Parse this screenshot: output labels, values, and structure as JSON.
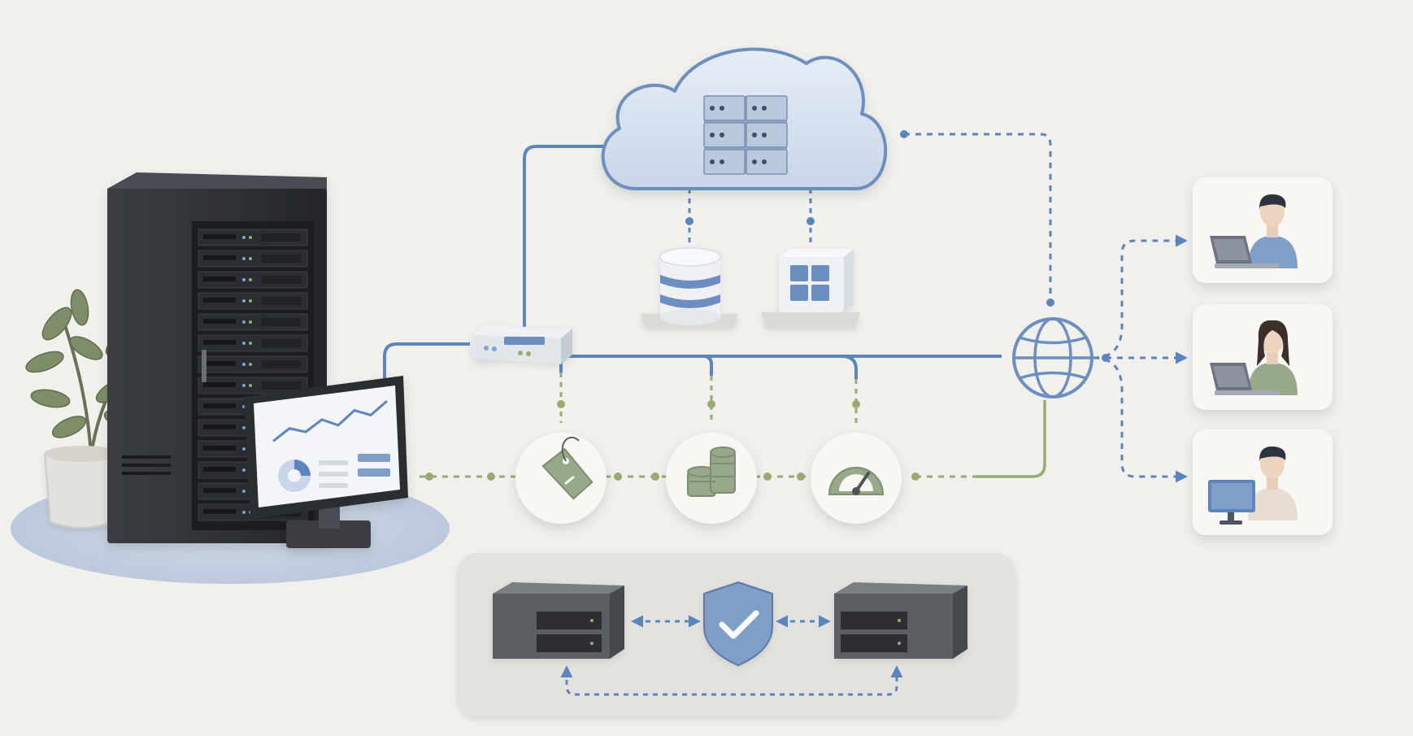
{
  "colors": {
    "background": "#f1f0ed",
    "blue_link": "#5b86bd",
    "green_link": "#98ab70",
    "cloud_fill": "#d9e2ef",
    "cloud_stroke": "#6d8fc0",
    "rack_dark": "#2f3134",
    "icon_green": "#98a98a",
    "shield_blue": "#7f9fc9",
    "panel_fill": "#e6e4e0"
  },
  "icons": {
    "cloud": "cloud-servers-icon",
    "database": "database-icon",
    "storage": "storage-appliance-icon",
    "router": "network-router-icon",
    "globe": "globe-icon",
    "tag": "price-tag-icon",
    "coins": "coins-icon",
    "gauge": "speedometer-icon",
    "shield": "shield-check-icon",
    "server_rack": "server-rack-icon",
    "monitor": "analytics-monitor-icon",
    "plant": "potted-plant-icon",
    "user": "user-laptop-icon",
    "user_desktop": "user-desktop-icon"
  },
  "users": [
    {
      "device": "laptop"
    },
    {
      "device": "laptop"
    },
    {
      "device": "desktop"
    }
  ],
  "chart_line": [
    0.25,
    0.5,
    0.38,
    0.62,
    0.45,
    0.75,
    0.6,
    0.88
  ]
}
